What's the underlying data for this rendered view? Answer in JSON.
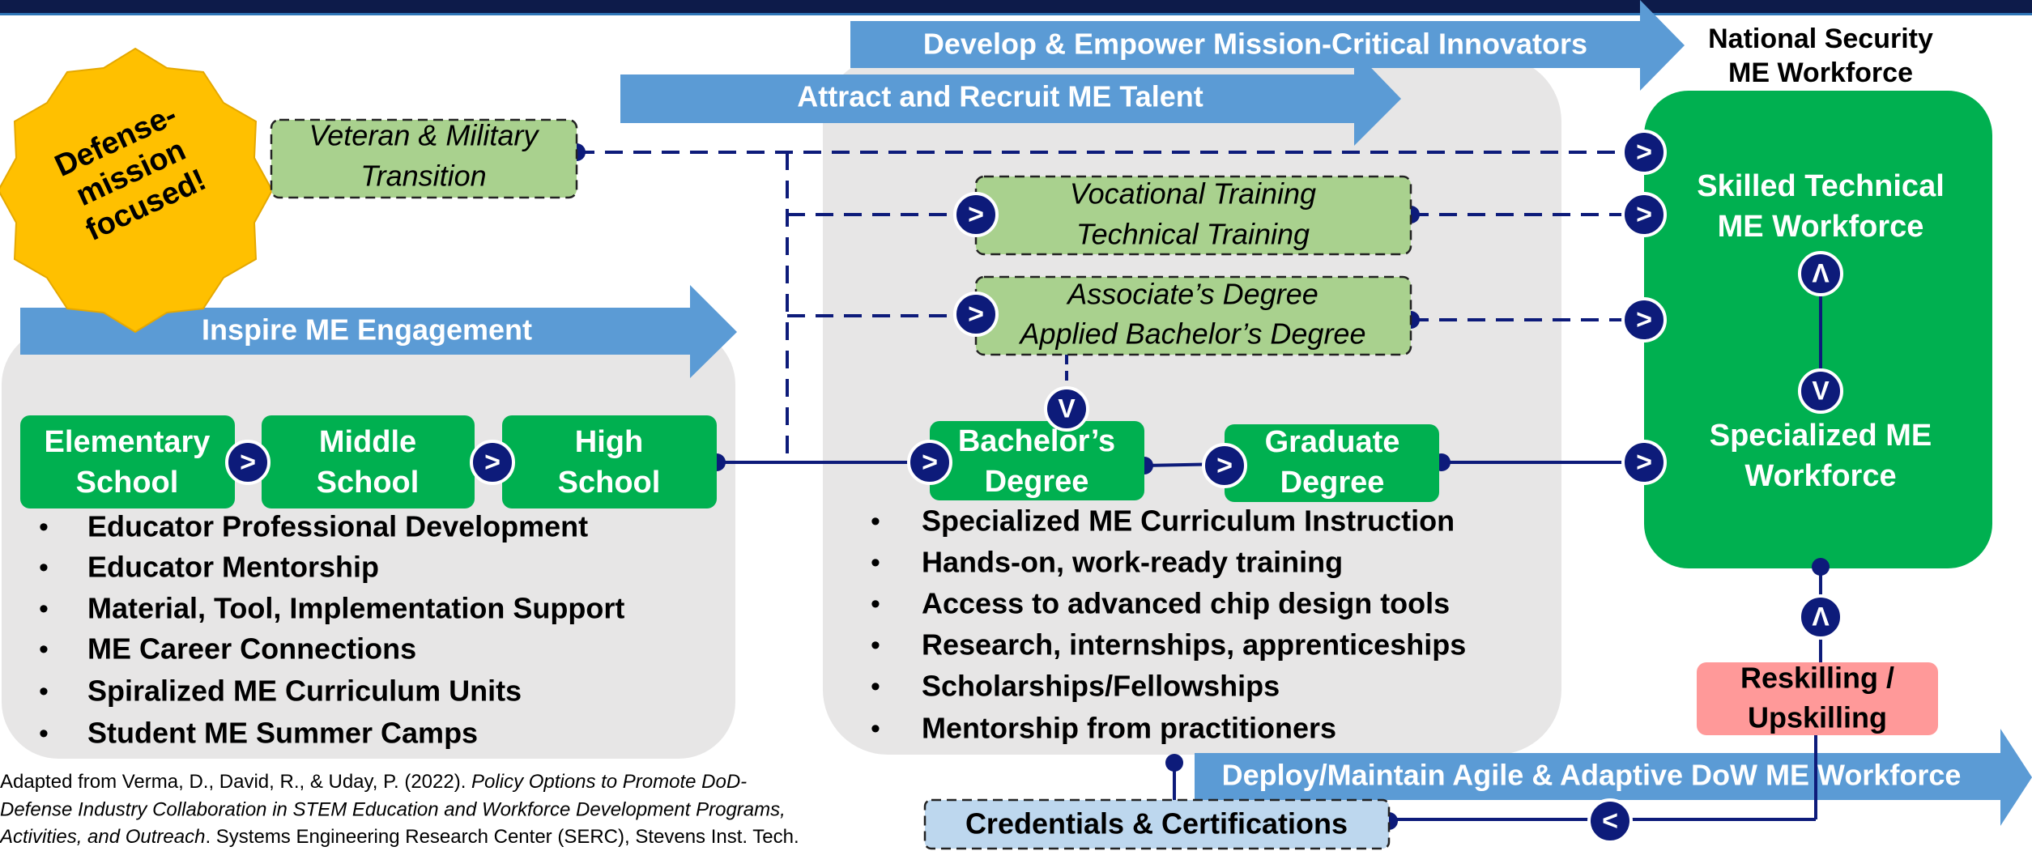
{
  "badge": {
    "line1": "Defense-",
    "line2": "mission",
    "line3": "focused!"
  },
  "arrows": {
    "develop": "Develop & Empower Mission-Critical Innovators",
    "attract": "Attract and Recruit ME Talent",
    "inspire": "Inspire ME Engagement",
    "deploy": "Deploy/Maintain Agile & Adaptive DoW ME Workforce"
  },
  "nodes": {
    "veteran": {
      "line1": "Veteran & Military",
      "line2": "Transition"
    },
    "vocational": {
      "line1": "Vocational Training",
      "line2": "Technical Training"
    },
    "associate": {
      "line1": "Associate’s Degree",
      "line2": "Applied Bachelor’s Degree"
    },
    "elementary": {
      "line1": "Elementary",
      "line2": "School"
    },
    "middle": {
      "line1": "Middle",
      "line2": "School"
    },
    "high": {
      "line1": "High",
      "line2": "School"
    },
    "bachelor": {
      "line1": "Bachelor’s",
      "line2": "Degree"
    },
    "graduate": {
      "line1": "Graduate",
      "line2": "Degree"
    },
    "reskilling": {
      "line1": "Reskilling /",
      "line2": "Upskilling"
    },
    "credentials": "Credentials & Certifications"
  },
  "workforce": {
    "header1": "National Security",
    "header2": "ME Workforce",
    "skilled1": "Skilled Technical",
    "skilled2": "ME Workforce",
    "specialized1": "Specialized ME",
    "specialized2": "Workforce"
  },
  "k12_bullets": [
    "Educator Professional Development",
    "Educator Mentorship",
    "Material, Tool, Implementation Support",
    "ME Career Connections",
    "Spiralized ME Curriculum Units",
    "Student ME Summer Camps"
  ],
  "higher_ed_bullets": [
    "Specialized ME Curriculum Instruction",
    "Hands-on, work-ready training",
    "Access to advanced chip design tools",
    "Research, internships, apprenticeships",
    "Scholarships/Fellowships",
    "Mentorship from practitioners"
  ],
  "bullet_char": "•",
  "citation": {
    "line1_a": "Adapted from Verma, D., David, R., & Uday, P. (2022). ",
    "line1_b": "Policy Options to Promote DoD-",
    "line2": "Defense Industry Collaboration in STEM Education and Workforce Development Programs,",
    "line3_a": "Activities, and Outreach",
    "line3_b": ". Systems Engineering Research Center (SERC), Stevens Inst. Tech."
  },
  "connector_glyphs": {
    "right": ">",
    "left": "<",
    "up": "Λ",
    "down": "V"
  },
  "colors": {
    "top_bar": "#0d1b4a",
    "arrow_blue": "#5b9bd5",
    "green": "#00b050",
    "light_green": "#a9d18e",
    "light_gray": "#e7e6e6",
    "navy": "#0d1b7a",
    "gold": "#ffc000",
    "pink": "#ff9999",
    "light_blue": "#bdd7ee"
  }
}
